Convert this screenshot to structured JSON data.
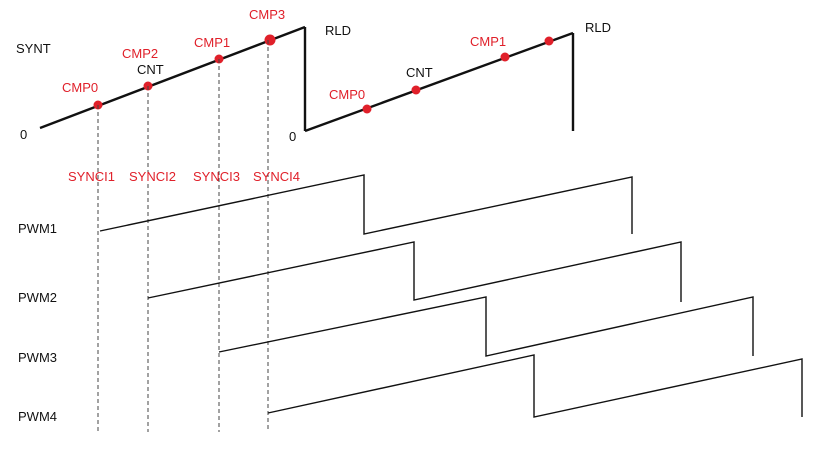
{
  "synt": {
    "label": "SYNT",
    "zero_left": "0",
    "zero_right": "0",
    "rld_left": "RLD",
    "rld_right": "RLD",
    "cnt_left": "CNT",
    "cnt_right": "CNT",
    "cmp0_left": "CMP0",
    "cmp2_left": "CMP2",
    "cmp1_left": "CMP1",
    "cmp3_left": "CMP3",
    "cmp0_right": "CMP0",
    "cmp1_right": "CMP1"
  },
  "sync": [
    "SYNCI1",
    "SYNCI2",
    "SYNCI3",
    "SYNCI4"
  ],
  "pwm": [
    "PWM1",
    "PWM2",
    "PWM3",
    "PWM4"
  ],
  "colors": {
    "accent": "#e0202a",
    "line": "#111111"
  }
}
